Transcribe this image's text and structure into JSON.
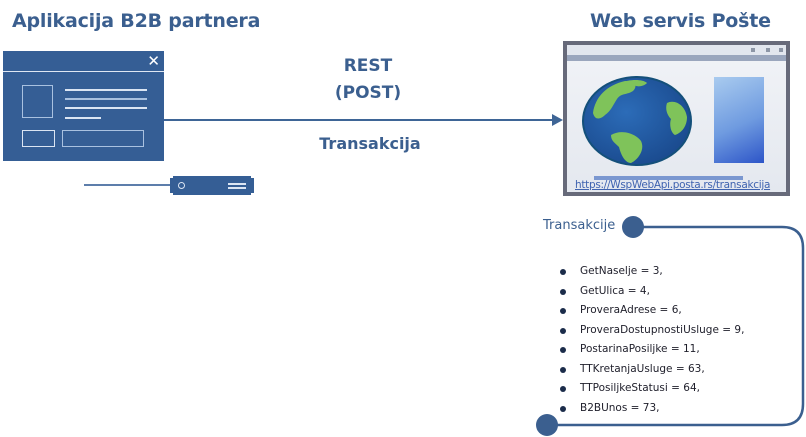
{
  "left": {
    "title": "Aplikacija B2B partnera",
    "window_icon": "app-window-icon",
    "close_glyph": "✕",
    "device_icon": "server-device-icon"
  },
  "connection": {
    "protocol": "REST",
    "method": "(POST)",
    "label": "Transakcija"
  },
  "right": {
    "title": "Web servis Pošte",
    "browser_icon": "browser-globe-icon",
    "url": "https://WspWebApi.posta.rs/transakcija"
  },
  "transactions": {
    "title": "Transakcije",
    "items": [
      {
        "name": "GetNaselje",
        "code": 3,
        "text": "GetNaselje = 3,"
      },
      {
        "name": "GetUlica",
        "code": 4,
        "text": "GetUlica = 4,"
      },
      {
        "name": "ProveraAdrese",
        "code": 6,
        "text": "ProveraAdrese = 6,"
      },
      {
        "name": "ProveraDostupnostiUsluge",
        "code": 9,
        "text": "ProveraDostupnostiUsluge = 9,"
      },
      {
        "name": "PostarinaPosiljke",
        "code": 11,
        "text": "PostarinaPosiljke = 11,"
      },
      {
        "name": "TTKretanjaUsluge",
        "code": 63,
        "text": "TTKretanjaUsluge = 63,"
      },
      {
        "name": "TTPosiljkeStatusi",
        "code": 64,
        "text": "TTPosiljkeStatusi = 64,"
      },
      {
        "name": "B2BUnos",
        "code": 73,
        "text": "B2BUnos = 73,"
      }
    ]
  },
  "colors": {
    "primary": "#3b5f8f",
    "window": "#355e95",
    "frame": "#676a7a"
  }
}
